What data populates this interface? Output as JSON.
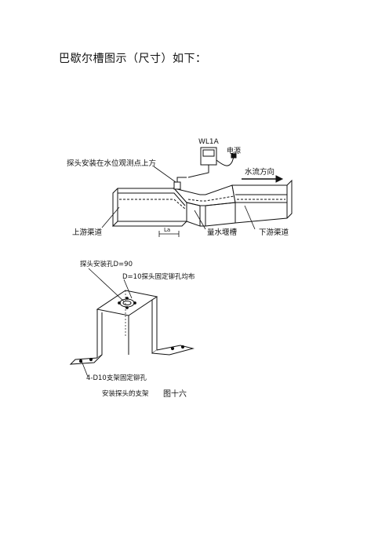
{
  "heading": "巴歇尔槽图示（尺寸）如下：",
  "figure1": {
    "device_label": "WL1A",
    "power_label": "电源",
    "probe_note": "探头安装在水位观测点上方",
    "flow_direction": "水流方向",
    "upstream": "上游渠道",
    "la_label": "La",
    "flume": "量水堰槽",
    "downstream": "下游渠道"
  },
  "figure2": {
    "probe_hole": "探头安装孔D=90",
    "fix_holes": "D=10探头固定铆孔均布",
    "bracket_holes": "4-D10支架固定铆孔",
    "caption": "安装探头的支架",
    "figure_no": "图十六"
  }
}
